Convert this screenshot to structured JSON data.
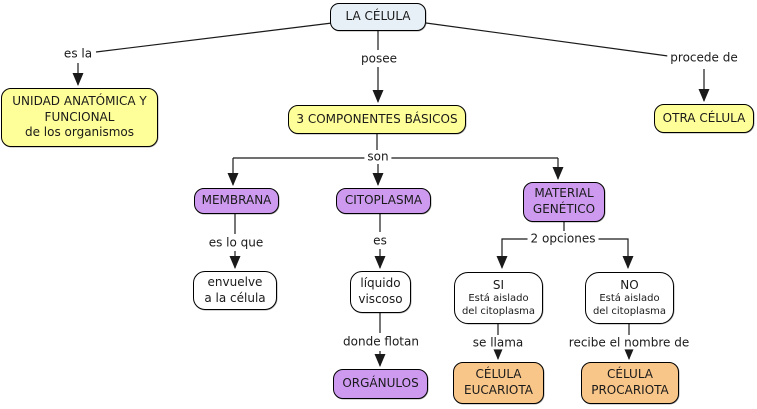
{
  "title": "Mapa conceptual: La célula",
  "colors": {
    "root_node": "#e8f0f7",
    "concept_yellow": "#ffff99",
    "concept_purple": "#cd9af0",
    "concept_orange": "#f9c689",
    "concept_white": "#ffffff",
    "border": "#000000",
    "line": "#1a1a1a"
  },
  "nodes": {
    "cell": {
      "text": "LA CÉLULA"
    },
    "unidad": {
      "text": "UNIDAD ANATÓMICA Y\nFUNCIONAL\nde los organismos"
    },
    "componentes": {
      "text": "3 COMPONENTES BÁSICOS"
    },
    "otra": {
      "text": "OTRA CÉLULA"
    },
    "membrana": {
      "text": "MEMBRANA"
    },
    "citoplasma": {
      "text": "CITOPLASMA"
    },
    "material": {
      "text": "MATERIAL\nGENÉTICO"
    },
    "envuelve": {
      "text": "envuelve\na la célula"
    },
    "liquido": {
      "text": "líquido\nviscoso"
    },
    "si": {
      "title": "SI",
      "subtitle": "Está aislado\ndel citoplasma"
    },
    "no": {
      "title": "NO",
      "subtitle": "Está aislado\ndel citoplasma"
    },
    "organulos": {
      "text": "ORGÁNULOS"
    },
    "eucariota": {
      "text": "CÉLULA\nEUCARIOTA"
    },
    "procariota": {
      "text": "CÉLULA\nPROCARIOTA"
    }
  },
  "links": {
    "es_la": "es la",
    "posee": "posee",
    "procede_de": "procede de",
    "son": "son",
    "es_lo_que": "es lo que",
    "es": "es",
    "dos_opciones": "2 opciones",
    "donde_flotan": "donde flotan",
    "se_llama": "se llama",
    "recibe": "recibe el nombre de"
  }
}
